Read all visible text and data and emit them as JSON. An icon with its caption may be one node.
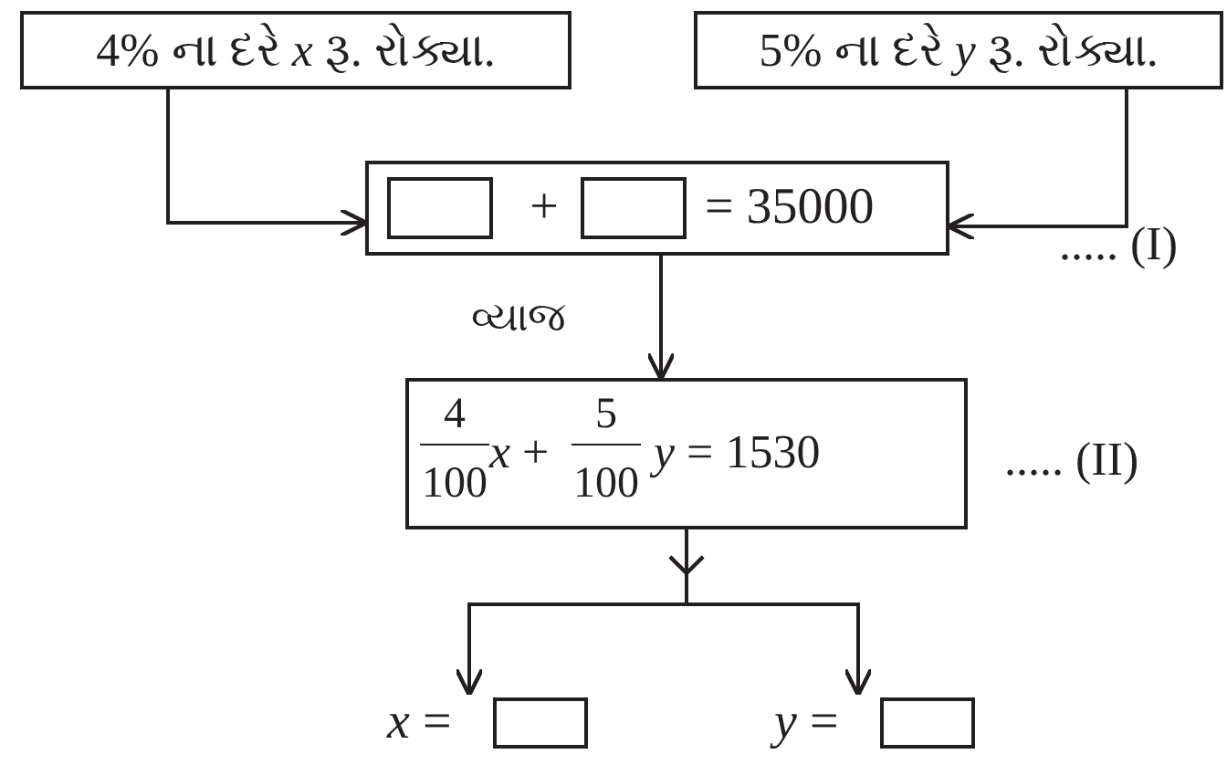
{
  "diagram": {
    "nodes": [
      {
        "text": [
          "4% ના દરે *x* રૂ. રોક્યા."
        ]
      },
      {
        "text": [
          "5% ના દરે *y* રૂ. રોક્યા."
        ]
      },
      {
        "text": [
          "+",
          "= 35000"
        ],
        "beside": [
          "..... (I)"
        ]
      },
      {
        "text": [],
        "shape": "box",
        "in": 2
      },
      {
        "text": [],
        "shape": "box",
        "in": 2
      },
      {
        "text": [
          "4",
          "100",
          "*x* +",
          "5",
          "100",
          "*y* = 1530"
        ],
        "beside": [
          "..... (II)"
        ]
      },
      {
        "text": [
          "*x* ="
        ]
      },
      {
        "text": [],
        "shape": "box"
      },
      {
        "text": [
          "*y* ="
        ]
      },
      {
        "text": [],
        "shape": "box"
      }
    ],
    "edges": [
      {
        "from": 0,
        "to": 2,
        "arrow": "to"
      },
      {
        "from": 1,
        "to": 2,
        "arrow": "to"
      },
      {
        "from": 2,
        "to": 5,
        "arrow": "to",
        "label": "વ્યાજ"
      },
      {
        "from": 5,
        "to": 6,
        "arrow": "to"
      },
      {
        "from": 5,
        "to": 8,
        "arrow": "to"
      }
    ]
  }
}
